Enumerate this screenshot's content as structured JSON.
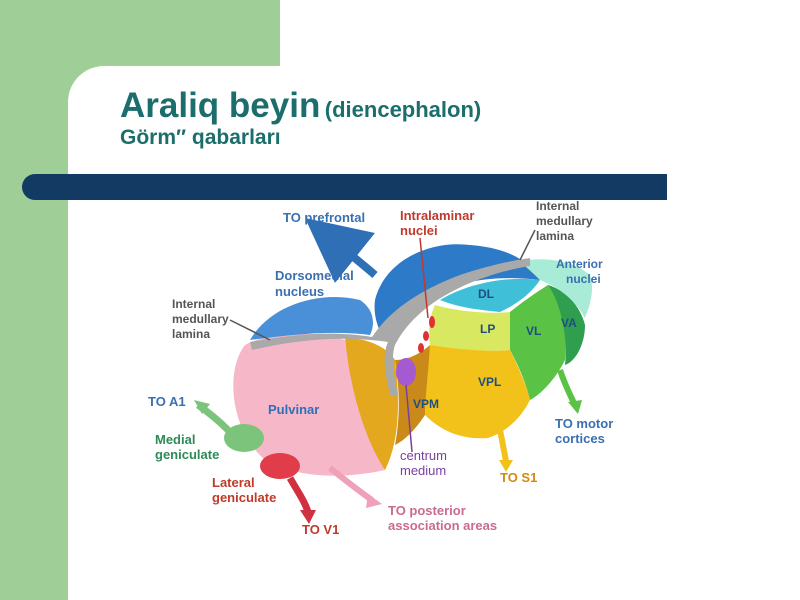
{
  "slide": {
    "title": "Araliq beyin",
    "title_paren": "(diencephalon)",
    "subtitle": "Görm″  qabarları"
  },
  "diagram": {
    "labels": {
      "to_prefrontal": "TO prefrontal",
      "intralaminar_1": "Intralaminar",
      "intralaminar_2": "nuclei",
      "internal_medullary_top_1": "Internal",
      "internal_medullary_top_2": "medullary",
      "internal_medullary_top_3": "lamina",
      "anterior_1": "Anterior",
      "anterior_2": "nuclei",
      "dorsomedial_1": "Dorsomedial",
      "dorsomedial_2": "nucleus",
      "internal_medullary_left_1": "Internal",
      "internal_medullary_left_2": "medullary",
      "internal_medullary_left_3": "lamina",
      "dl": "DL",
      "lp": "LP",
      "vl": "VL",
      "va": "VA",
      "vpl": "VPL",
      "vpm": "VPM",
      "pulvinar": "Pulvinar",
      "to_a1": "TO A1",
      "medial_geniculate_1": "Medial",
      "medial_geniculate_2": "geniculate",
      "lateral_geniculate_1": "Lateral",
      "lateral_geniculate_2": "geniculate",
      "to_v1": "TO V1",
      "centrum_1": "centrum",
      "centrum_2": "medium",
      "to_s1": "TO S1",
      "to_motor_1": "TO motor",
      "to_motor_2": "cortices",
      "to_posterior_1": "TO posterior",
      "to_posterior_2": "association areas"
    },
    "colors": {
      "label_blue": "#3a6fb0",
      "label_red": "#c0392b",
      "label_green": "#2e8b57",
      "label_gray": "#555555",
      "label_purple": "#7a3fa0",
      "label_orange": "#d4890f",
      "label_pink": "#c96a90"
    }
  }
}
